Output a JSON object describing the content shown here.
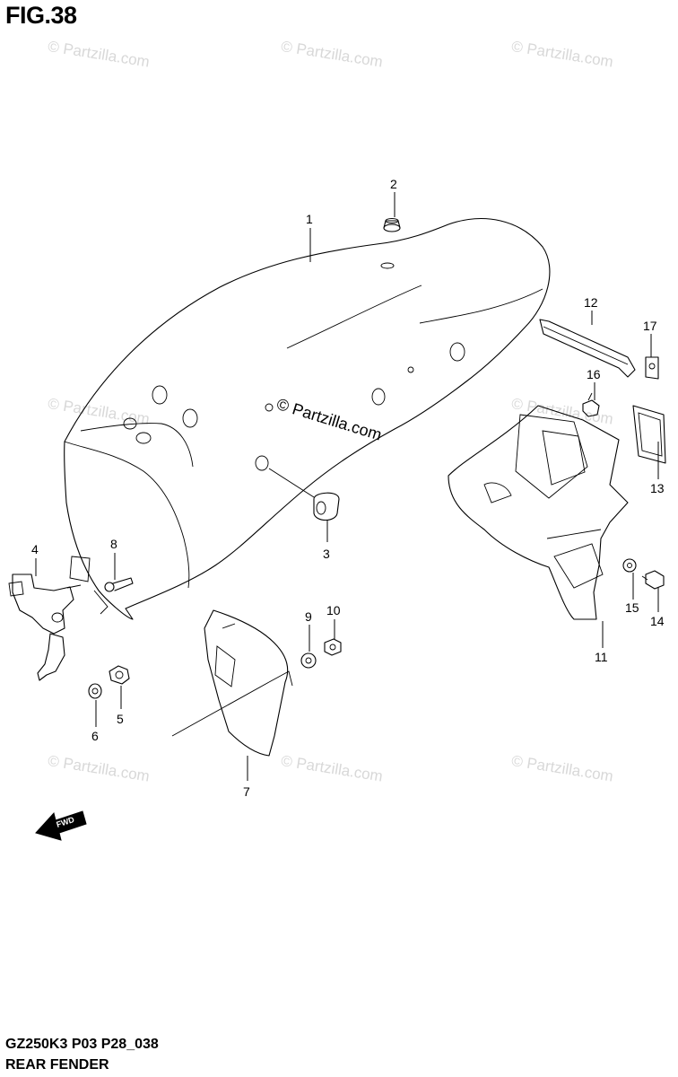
{
  "figure": {
    "title": "FIG.38",
    "model_code": "GZ250K3 P03 P28_038",
    "name": "REAR FENDER"
  },
  "watermarks": {
    "text": "© Partzilla.com",
    "center_text": "© Partzilla.com"
  },
  "callouts": {
    "c1": "1",
    "c2": "2",
    "c3": "3",
    "c4": "4",
    "c5": "5",
    "c6": "6",
    "c7": "7",
    "c8": "8",
    "c9": "9",
    "c10": "10",
    "c11": "11",
    "c12": "12",
    "c13": "13",
    "c14": "14",
    "c15": "15",
    "c16": "16",
    "c17": "17"
  },
  "direction_icon": {
    "label": "FWD",
    "icon": "forward-arrow-icon"
  },
  "colors": {
    "line": "#000000",
    "watermark": "#d8d8d8",
    "background": "#ffffff"
  }
}
